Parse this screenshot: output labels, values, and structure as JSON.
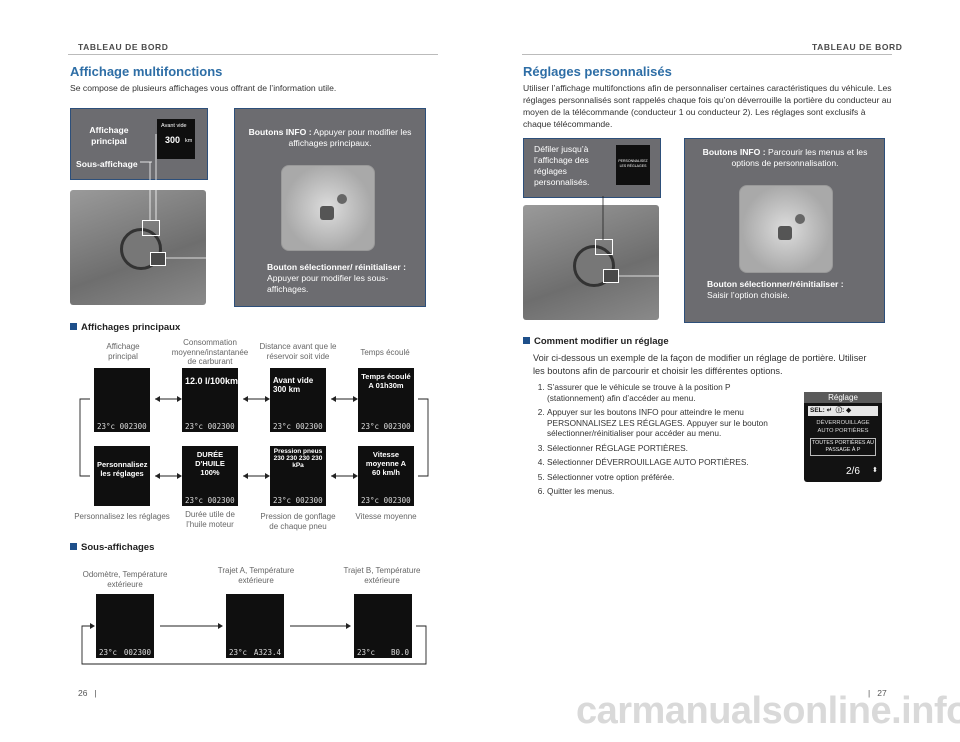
{
  "left": {
    "header": "TABLEAU DE BORD",
    "title": "Affichage multifonctions",
    "intro": "Se compose de plusieurs affichages vous offrant de l’information utile.",
    "callout_main": "Affichage principal",
    "callout_sub": "Sous-affichage",
    "mini_label": "Avant vide",
    "mini_value": "300",
    "mini_unit": "km",
    "info_bold": "Boutons INFO :",
    "info_text": "Appuyer pour modifier les affichages principaux.",
    "sel_bold": "Bouton sélectionner/ réinitialiser :",
    "sel_text": "Appuyer pour modifier les sous-affichages.",
    "section_main": "Affichages principaux",
    "section_sub": "Sous-affichages",
    "page_number": "26"
  },
  "main_displays_top": [
    {
      "label": "Affichage principal",
      "screen": "",
      "footer": "23°c 002300"
    },
    {
      "label": "Consommation moyenne/instantanée de carburant",
      "screen": "12.0 l/100km",
      "footer": "23°c 002300"
    },
    {
      "label": "Distance avant que le réservoir soit vide",
      "screen": "Avant vide 300 km",
      "footer": "23°c 002300"
    },
    {
      "label": "Temps écoulé",
      "screen": "Temps écoulé A 01h30m",
      "footer": "23°c 002300"
    }
  ],
  "main_displays_bottom": [
    {
      "label": "Personnalisez les réglages",
      "screen": "Personnalisez les réglages",
      "footer": ""
    },
    {
      "label": "Durée utile de l’huile moteur",
      "screen": "DURÉE D'HUILE 100%",
      "footer": "23°c 002300"
    },
    {
      "label": "Pression de gonflage de chaque pneu",
      "screen": "Pression pneus 230 230 230 230 kPa",
      "footer": "23°c 002300"
    },
    {
      "label": "Vitesse moyenne",
      "screen": "Vitesse moyenne A 60 km/h",
      "footer": "23°c 002300"
    }
  ],
  "sub_displays": [
    {
      "label": "Odomètre, Température extérieure",
      "footer_l": "23°c",
      "footer_r": "002300"
    },
    {
      "label": "Trajet A, Température extérieure",
      "footer_l": "23°c",
      "footer_r": "A323.4"
    },
    {
      "label": "Trajet B, Température extérieure",
      "footer_l": "23°c",
      "footer_r": "B0.0"
    }
  ],
  "right": {
    "header": "TABLEAU DE BORD",
    "title": "Réglages personnalisés",
    "intro": "Utiliser l’affichage multifonctions afin de personnaliser certaines caractéristiques du véhicule. Les réglages personnalisés sont rappelés chaque fois qu’on déverrouille la portière du conducteur au moyen de la télécommande (conducteur 1 ou conducteur 2). Les réglages sont exclusifs à chaque télécommande.",
    "scroll_text": "Défiler jusqu’à l’affichage des réglages personnalisés.",
    "mini_screen": "PERSONNALISEZ LES RÉGLAGES",
    "info_bold": "Boutons INFO :",
    "info_text": "Parcourir les menus et les options de personnalisation.",
    "sel_bold": "Bouton sélectionner/réinitialiser :",
    "sel_text": "Saisir l’option choisie.",
    "section": "Comment modifier un réglage",
    "lead": "Voir ci-dessous un exemple de la façon de modifier un réglage de portière. Utiliser les boutons afin de parcourir et choisir les différentes options.",
    "steps": [
      "S’assurer que le véhicule se trouve à la position P (stationnement) afin d’accéder au menu.",
      "Appuyer sur les boutons INFO pour atteindre le menu PERSONNALISEZ LES RÉGLAGES. Appuyer sur le bouton sélectionner/réinitialiser pour accéder au menu.",
      "Sélectionner RÉGLAGE PORTIÈRES.",
      "Sélectionner DÉVERROUILLAGE AUTO PORTIÈRES.",
      "Sélectionner votre option préférée.",
      "Quitter les menus."
    ],
    "reglage_title": "Réglage",
    "reglage_sel": "SEL:",
    "reglage_line1": "DÉVERROUILLAGE AUTO PORTIÈRES",
    "reglage_opt": "TOUTES PORTIÈRES AU PASSAGE À P",
    "reglage_page": "2/6",
    "page_number": "27"
  },
  "watermark": "carmanualsonline.info"
}
